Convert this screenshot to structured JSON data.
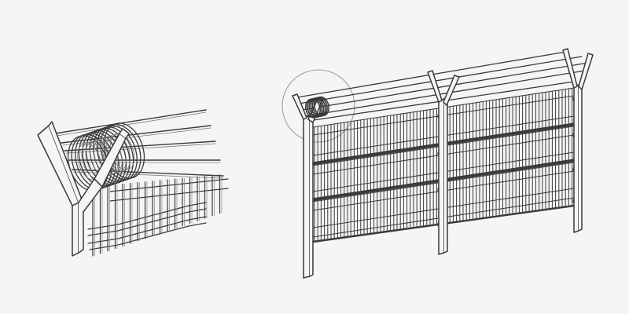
{
  "figure": {
    "background": "#f5f5f5",
    "line_color": "#3a3a3a",
    "panels": [
      {
        "name": "detail-view",
        "components": [
          "y-post",
          "razor-wire-coil",
          "barbed-wires",
          "welded-mesh-panel"
        ]
      },
      {
        "name": "overview",
        "components": [
          "fence-posts",
          "y-post-arms",
          "razor-wire-coil",
          "barbed-wires",
          "welded-mesh-panels",
          "magnifier-circle"
        ]
      }
    ]
  }
}
